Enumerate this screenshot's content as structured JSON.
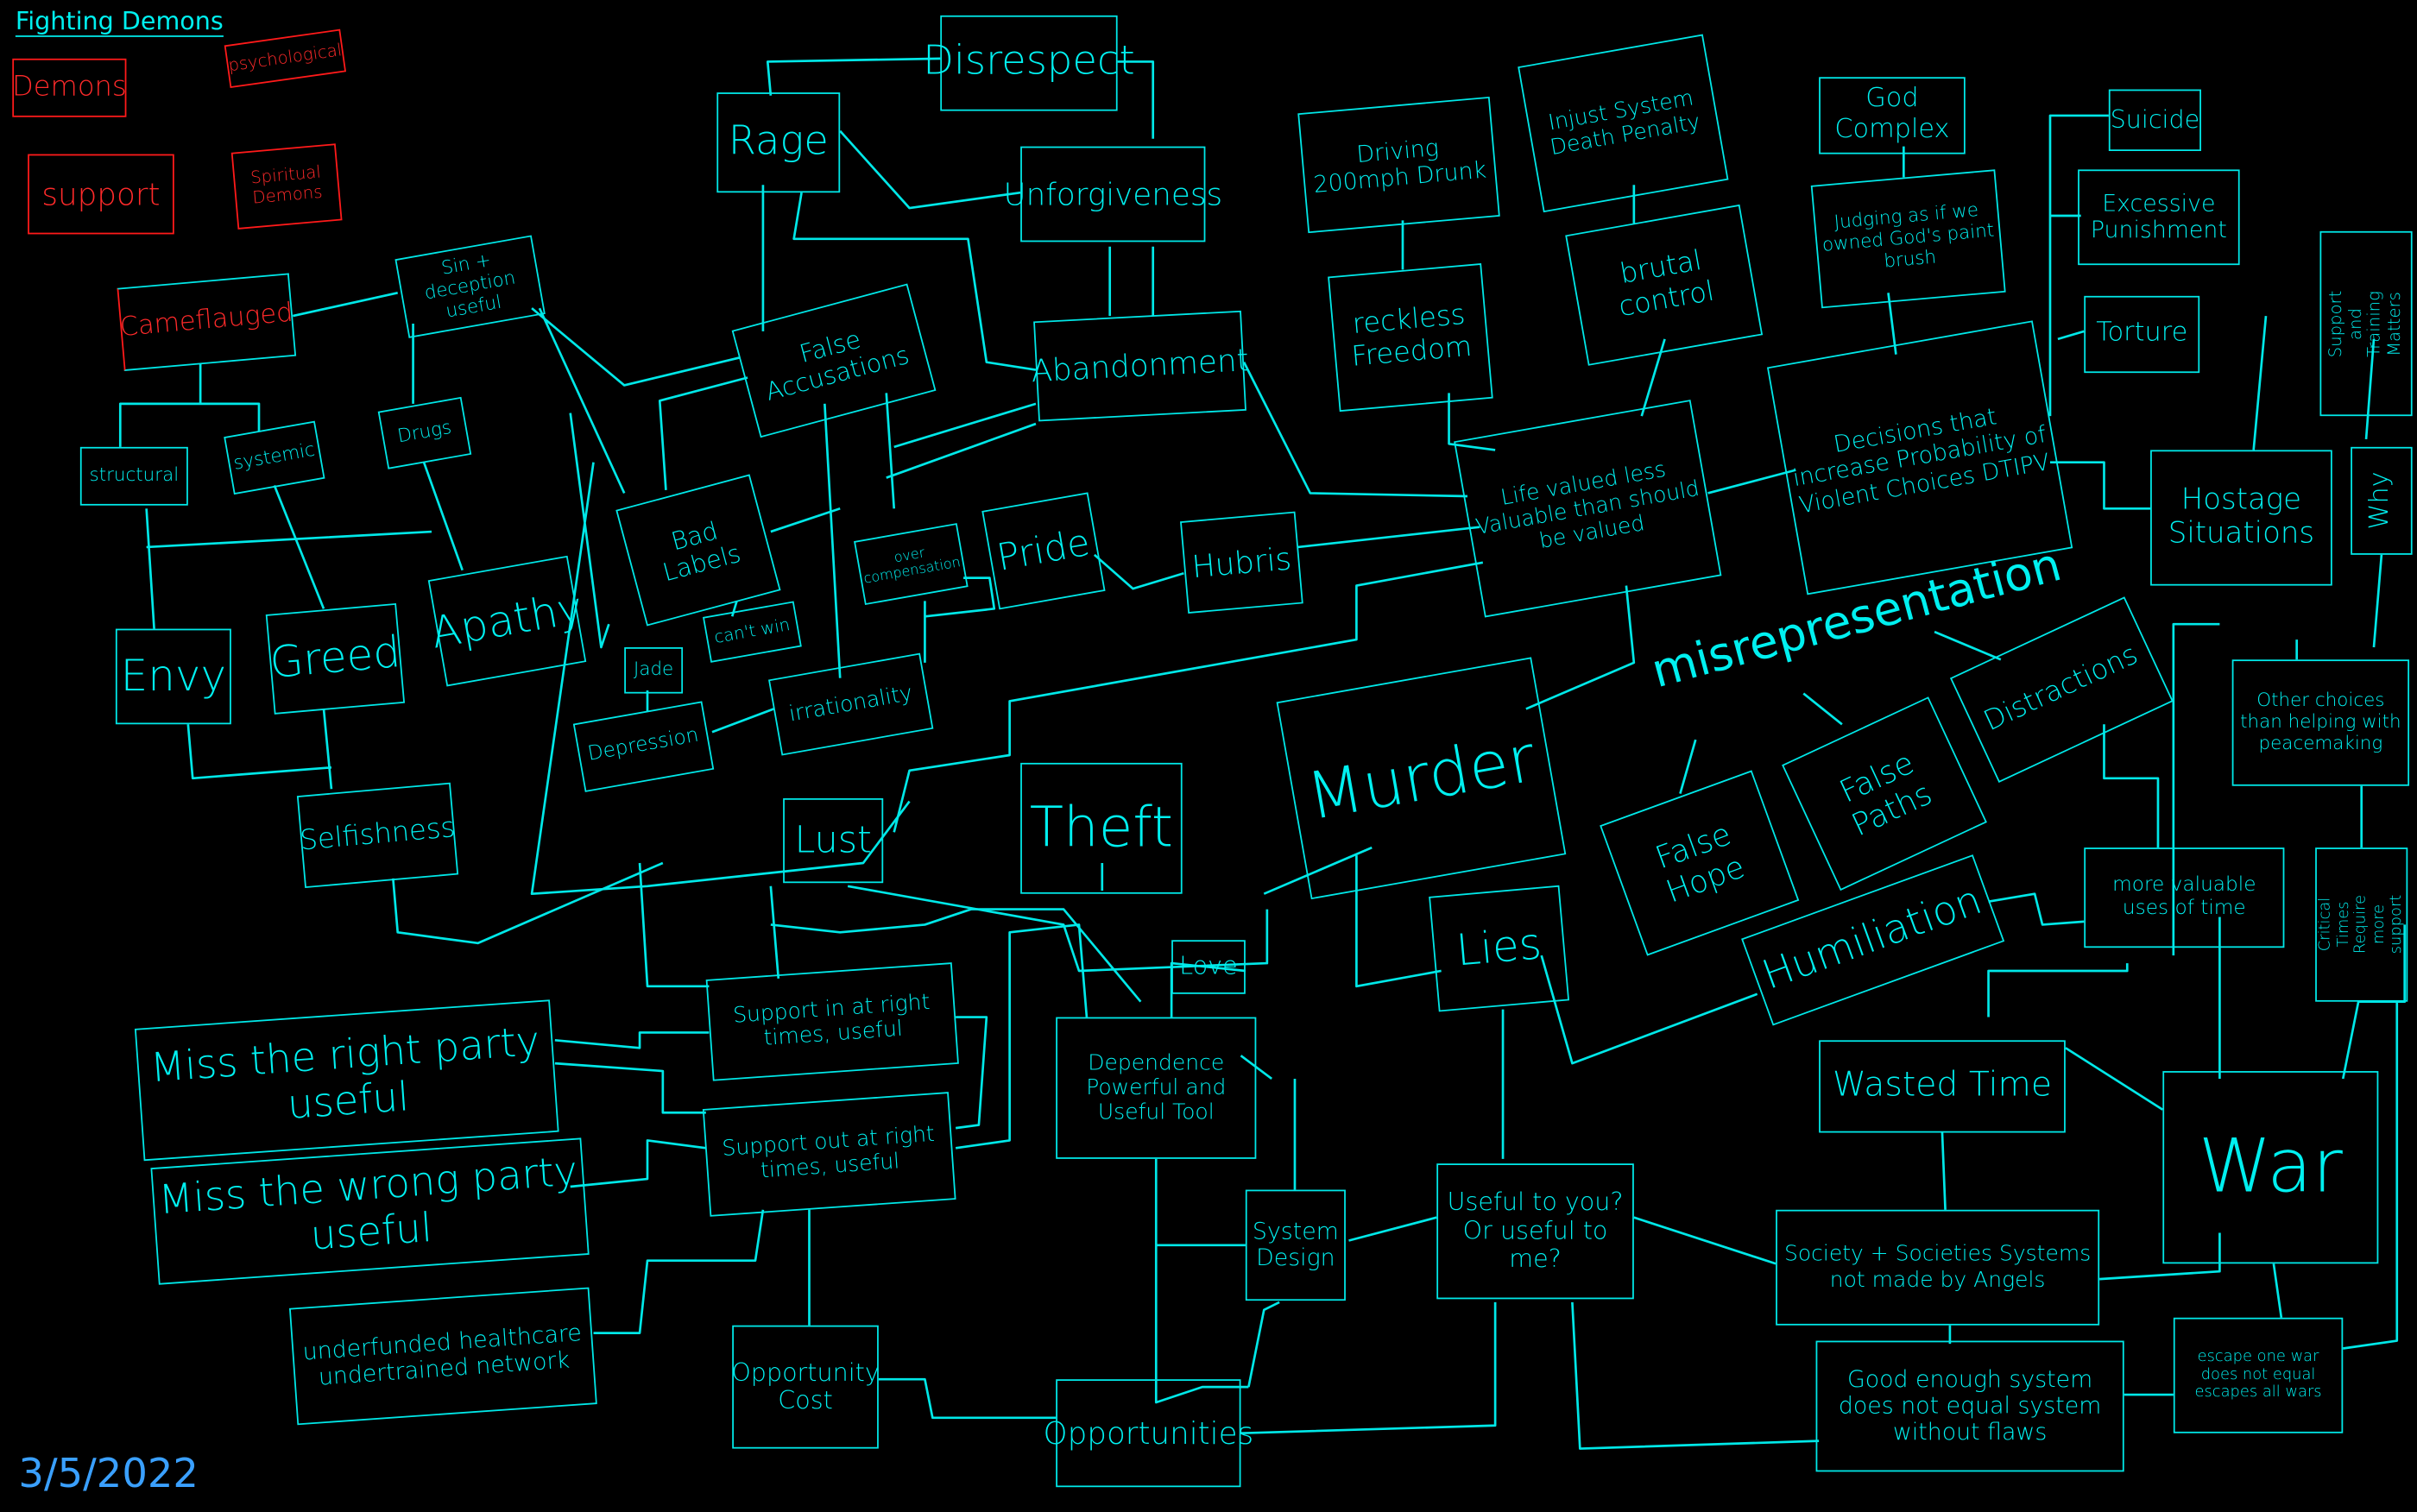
{
  "title": "Fighting Demons",
  "date": "3/5/2022",
  "legend": {
    "demons": "Demons",
    "psychological": "psychological",
    "support": "support",
    "spiritual": "Spiritual Demons"
  },
  "colors": {
    "line": "#00e8e8",
    "legend": "#ff1a1a",
    "background": "#000000"
  },
  "nodes": {
    "cameflauged": "Cameflauged",
    "sin_deception": "Sin + deception useful",
    "structural": "structural",
    "systemic": "systemic",
    "drugs": "Drugs",
    "envy": "Envy",
    "greed": "Greed",
    "apathy": "Apathy",
    "selfishness": "Selfishness",
    "bad_labels": "Bad Labels",
    "jade": "Jade",
    "cant_win": "can't win",
    "depression": "Depression",
    "irrationality": "irrationality",
    "over_compensation": "over compensation",
    "pride": "Pride",
    "hubris": "Hubris",
    "false_accusations": "False Accusations",
    "rage": "Rage",
    "disrespect": "Disrespect",
    "unforgiveness": "Unforgiveness",
    "abandonment": "Abandonment",
    "driving": "Driving 200mph Drunk",
    "injust": "Injust System Death Penalty",
    "reckless": "reckless Freedom",
    "brutal": "brutal control",
    "life_valued": "Life valued less Valuable than should be valued",
    "god_complex": "God Complex",
    "judging": "Judging as if we owned God's paint brush",
    "decisions": "Decisions that increase Probability of Violent Choices DTIPV",
    "suicide": "Suicide",
    "excessive": "Excessive Punishment",
    "torture": "Torture",
    "hostage": "Hostage Situations",
    "support_training": "Support and Training Matters",
    "why": "Why",
    "other_choices": "Other choices than helping with peacemaking",
    "critical_times": "Critical Times Require more support",
    "misrepresentation": "misrepresentation",
    "distractions": "Distractions",
    "false_hope": "False Hope",
    "false_paths": "False Paths",
    "humiliation": "Humiliation",
    "more_valuable": "more valuable uses of time",
    "wasted_time": "Wasted Time",
    "war": "War",
    "society": "Society + Societies Systems not made by Angels",
    "good_enough": "Good enough system does not equal system without flaws",
    "escape": "escape one war does not equal escapes all wars",
    "murder": "Murder",
    "theft": "Theft",
    "lust": "Lust",
    "lies": "Lies",
    "love": "Love",
    "dependence": "Dependence Powerful and Useful Tool",
    "support_in": "Support in at right times, useful",
    "support_out": "Support out at right times, useful",
    "miss_right": "Miss the right party useful",
    "miss_wrong": "Miss the wrong party useful",
    "underfunded": "underfunded healthcare undertrained network",
    "opportunity_cost": "Opportunity Cost",
    "opportunities": "Opportunities",
    "system_design": "System Design",
    "useful": "Useful to you? Or useful to me?"
  }
}
